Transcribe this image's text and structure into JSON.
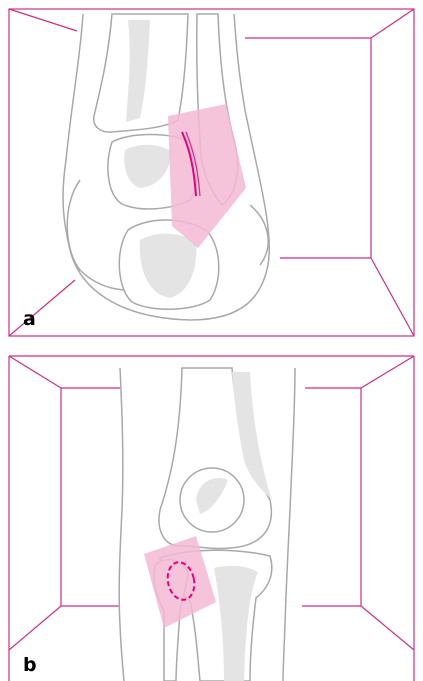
{
  "panels": [
    {
      "label": "a",
      "subject": "ankle-posterior-view"
    },
    {
      "label": "b",
      "subject": "knee-anterior-view"
    }
  ],
  "colors": {
    "frame": "#cc2f86",
    "bone_outline": "#a8a8a8",
    "bone_shade": "#e4e4e4",
    "highlight": "#f3b8d4",
    "highlight_strong": "#e7007f"
  }
}
